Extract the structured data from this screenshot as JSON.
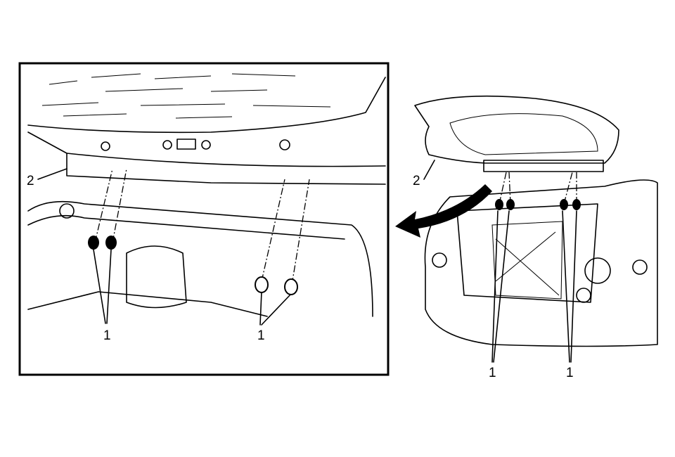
{
  "figure": {
    "detail_view": {
      "callouts": [
        {
          "number": "2",
          "part": "liftgate"
        },
        {
          "number": "1",
          "part": "bolts-left"
        },
        {
          "number": "1",
          "part": "bolts-right"
        }
      ]
    },
    "overview": {
      "callouts": [
        {
          "number": "2",
          "part": "liftgate"
        },
        {
          "number": "1",
          "part": "bolts-left"
        },
        {
          "number": "1",
          "part": "bolts-right"
        }
      ]
    }
  }
}
